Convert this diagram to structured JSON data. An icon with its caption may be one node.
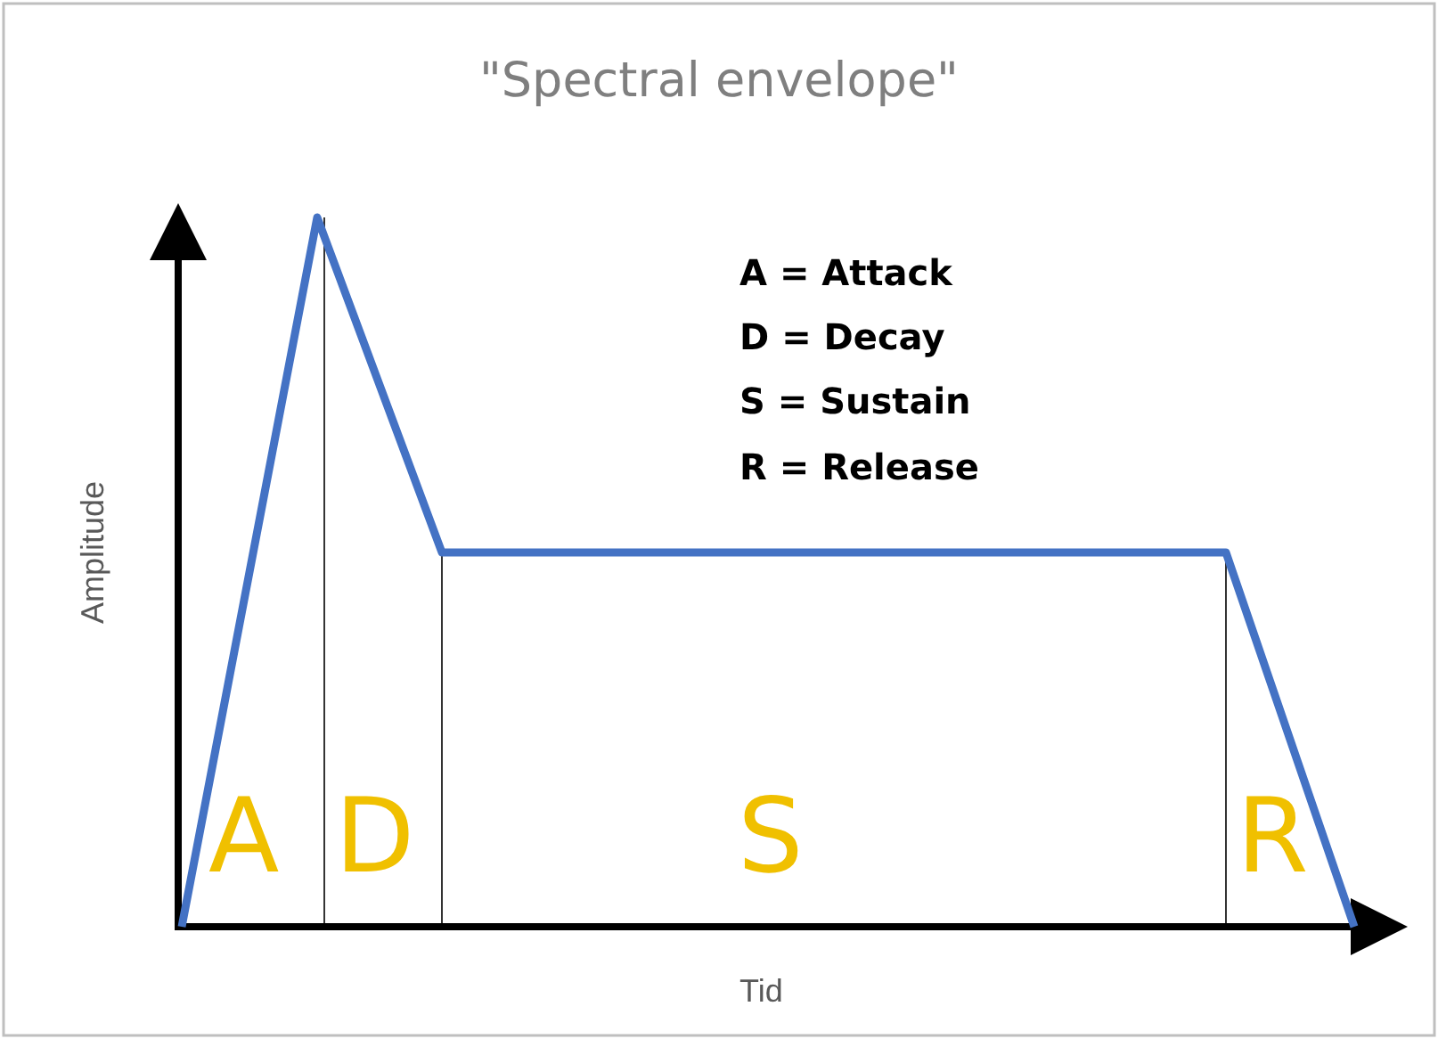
{
  "diagram": {
    "title": "\"Spectral envelope\"",
    "labels": [
      "A = Attack",
      "D = Decay",
      "S = Sustain",
      "R = Release",
      "Amplitude",
      "A",
      "D",
      "S",
      "R",
      "Tid"
    ]
  }
}
